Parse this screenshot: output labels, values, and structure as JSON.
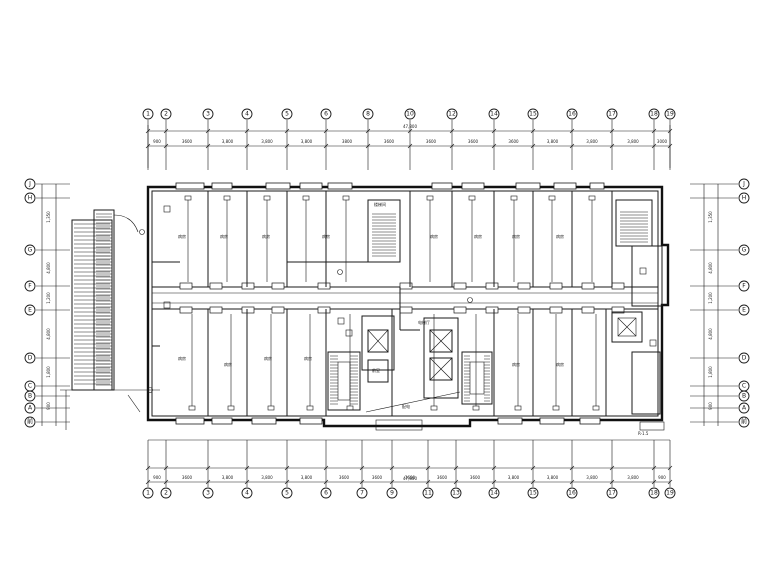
{
  "columns_top": [
    "1",
    "2",
    "3",
    "4",
    "5",
    "6",
    "8",
    "10",
    "12",
    "14",
    "15",
    "16",
    "17",
    "18",
    "19"
  ],
  "columns_bottom": [
    "1",
    "2",
    "3",
    "4",
    "5",
    "6",
    "7",
    "9",
    "11",
    "13",
    "14",
    "15",
    "16",
    "17",
    "18",
    "19"
  ],
  "rows": [
    "J",
    "H",
    "G",
    "F",
    "E",
    "D",
    "C",
    "B",
    "A",
    "前"
  ],
  "top_dims": [
    "900",
    "3600",
    "3,800",
    "3,800",
    "3,800",
    "3800",
    "3600",
    "3600",
    "3600",
    "3600",
    "3,800",
    "3,800",
    "3,800",
    "3000",
    "900"
  ],
  "top_total": "47,800",
  "bottom_dims": [
    "900",
    "3600",
    "3,800",
    "3,800",
    "3,800",
    "3600",
    "3600",
    "3600",
    "3600",
    "3600",
    "3,800",
    "3,800",
    "3,800",
    "3,800",
    "900"
  ],
  "bottom_total": "47,800",
  "left_dims": [
    "1,350",
    "4,800",
    "1,200",
    "4,800",
    "1,800",
    "900"
  ],
  "right_dims": [
    "1,350",
    "4,800",
    "1,200",
    "4,800",
    "1,800",
    "900"
  ],
  "room_labels": [
    "病房",
    "病房",
    "病房",
    "病房",
    "病房",
    "病房",
    "病房",
    "病房",
    "病房",
    "病房",
    "病房",
    "病房",
    "病房",
    "病房"
  ],
  "notes": [
    "前室",
    "配电",
    "楼梯间",
    "电梯厅",
    "R-1.5"
  ]
}
